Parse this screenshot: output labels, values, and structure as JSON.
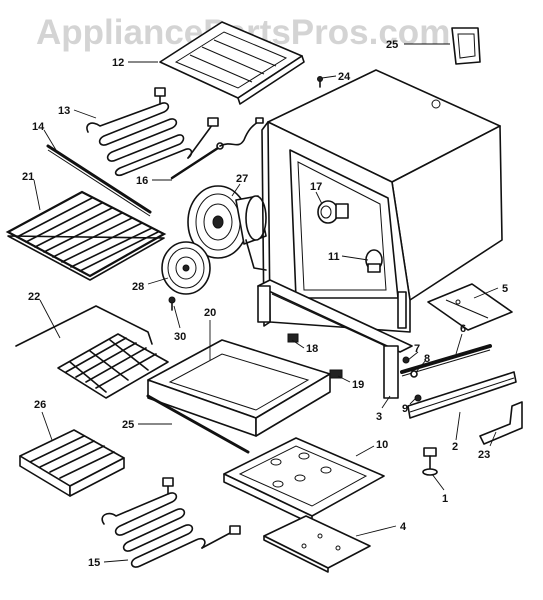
{
  "watermark": "AppliancePartsPros.com",
  "callouts": {
    "c1": "1",
    "c2": "2",
    "c3": "3",
    "c4": "4",
    "c5": "5",
    "c6": "6",
    "c7": "7",
    "c8": "8",
    "c9": "9",
    "c10": "10",
    "c11": "11",
    "c12": "12",
    "c13": "13",
    "c14": "14",
    "c15": "15",
    "c16": "16",
    "c17": "17",
    "c18": "18",
    "c19": "19",
    "c20": "20",
    "c21": "21",
    "c22": "22",
    "c23": "23",
    "c24": "24",
    "c25a": "25",
    "c25b": "25",
    "c26": "26",
    "c27": "27",
    "c28": "28",
    "c30": "30"
  }
}
